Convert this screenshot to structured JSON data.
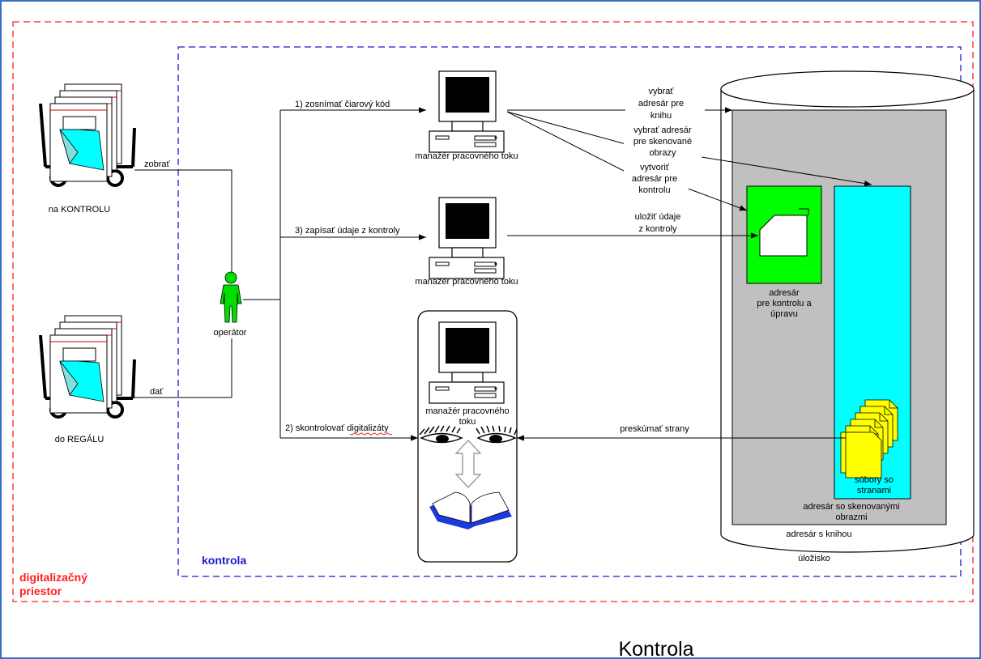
{
  "regions": {
    "digitization_space": "digitalizačný",
    "digitization_space_line2": "priestor",
    "control_area": "kontrola"
  },
  "carts": {
    "top_label": "na KONTROLU",
    "bottom_label": "do REGÁLU"
  },
  "edges": {
    "take": "zobrať",
    "give": "dať",
    "step1": "1) zosnímať čiarový kód",
    "step3": "3) zapísať údaje z kontroly",
    "step2": "2) skontrolovať digitalizáty",
    "select_book_dir_1": "vybrať",
    "select_book_dir_2": "adresár pre",
    "select_book_dir_3": "knihu",
    "select_scan_dir_1": "vybrať adresár",
    "select_scan_dir_2": "pre skenované",
    "select_scan_dir_3": "obrazy",
    "create_ctrl_dir_1": "vytvoriť",
    "create_ctrl_dir_2": "adresár pre",
    "create_ctrl_dir_3": "kontrolu",
    "save_data_1": "uložiť údaje",
    "save_data_2": "z kontroly",
    "review_pages": "preskúmať strany"
  },
  "nodes": {
    "operator": "operátor",
    "workflow_manager_1": "manažér pracovného toku",
    "workflow_manager_2": "manažér pracovného toku",
    "workflow_manager_3_line1": "manažér pracovného",
    "workflow_manager_3_line2": "toku",
    "ctrl_dir_1": "adresár",
    "ctrl_dir_2": "pre kontrolu a",
    "ctrl_dir_3": "úpravu",
    "page_files_1": "súbory so",
    "page_files_2": "stranami",
    "scan_dir_1": "adresár so skenovanými",
    "scan_dir_2": "obrazmi",
    "book_dir": "adresár s knihou",
    "storage": "úložisko"
  },
  "caption": "Kontrola",
  "colors": {
    "outer_frame": "#3a6fc4",
    "region_red": "#ff2020",
    "region_blue": "#1a1ad0",
    "operator_green": "#00e000",
    "ctrl_dir_green": "#00ff00",
    "scan_dir_cyan": "#00ffff",
    "storage_gray": "#c0c0c0",
    "files_yellow": "#ffff00"
  }
}
